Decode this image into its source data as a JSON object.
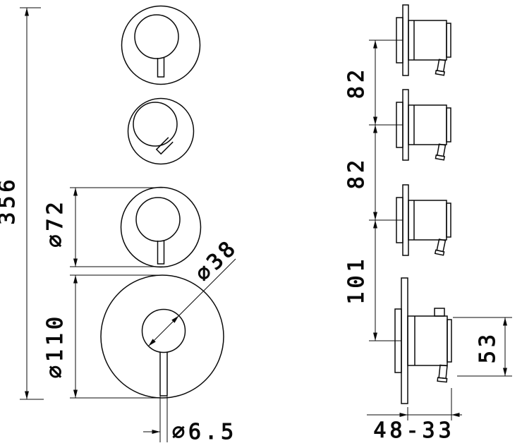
{
  "front_view": {
    "overall_height": "356",
    "small_knob_diameter": "⌀72",
    "large_knob_diameter": "⌀110",
    "handle_diameter": "⌀38",
    "stem_diameter": "⌀6.5"
  },
  "side_view": {
    "spacing_top": "82",
    "spacing_middle": "82",
    "spacing_bottom": "101",
    "handle_length": "53",
    "depth_range": "48-33"
  }
}
